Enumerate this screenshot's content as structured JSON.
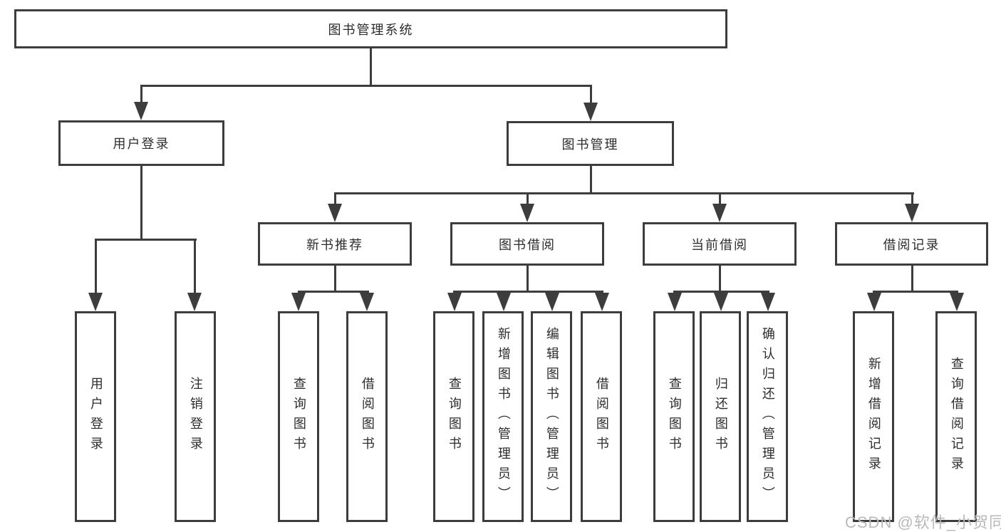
{
  "tree": {
    "root": {
      "label": "图书管理系统",
      "children": [
        {
          "label": "用户登录",
          "children": [
            {
              "label": "用户登录"
            },
            {
              "label": "注销登录"
            }
          ]
        },
        {
          "label": "图书管理",
          "children": [
            {
              "label": "新书推荐",
              "children": [
                {
                  "label": "查询图书"
                },
                {
                  "label": "借阅图书"
                }
              ]
            },
            {
              "label": "图书借阅",
              "children": [
                {
                  "label": "查询图书"
                },
                {
                  "label": "新增图书（管理员）"
                },
                {
                  "label": "编辑图书（管理员）"
                },
                {
                  "label": "借阅图书"
                }
              ]
            },
            {
              "label": "当前借阅",
              "children": [
                {
                  "label": "查询图书"
                },
                {
                  "label": "归还图书"
                },
                {
                  "label": "确认归还（管理员）"
                }
              ]
            },
            {
              "label": "借阅记录",
              "children": [
                {
                  "label": "新增借阅记录"
                },
                {
                  "label": "查询借阅记录"
                }
              ]
            }
          ]
        }
      ]
    }
  },
  "watermark": {
    "text": "CSDN @软件_小贺同学"
  },
  "colors": {
    "line": "#3d3d3d",
    "text": "#2d2d2d",
    "watermark": "#b9b9b9",
    "background": "#ffffff"
  }
}
